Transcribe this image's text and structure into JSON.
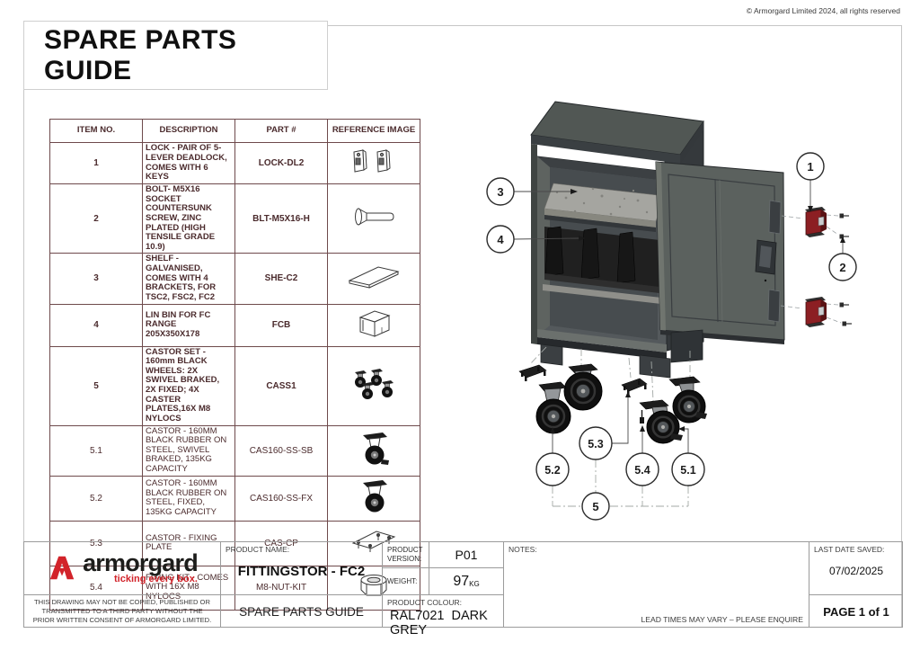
{
  "page": {
    "copyright": "© Armorgard Limited 2024, all rights reserved",
    "title": "SPARE PARTS GUIDE"
  },
  "table": {
    "headers": {
      "item": "ITEM NO.",
      "description": "DESCRIPTION",
      "part": "PART #",
      "ref": "REFERENCE IMAGE"
    },
    "rows": [
      {
        "no": "1",
        "desc": "LOCK - PAIR OF 5-LEVER DEADLOCK, COMES WITH 6 KEYS",
        "part": "LOCK-DL2",
        "icon": "lock-pair-icon"
      },
      {
        "no": "2",
        "desc": "BOLT- M5X16 SOCKET COUNTERSUNK SCREW, ZINC PLATED (HIGH TENSILE GRADE 10.9)",
        "part": "BLT-M5X16-H",
        "icon": "countersunk-bolt-icon"
      },
      {
        "no": "3",
        "desc": "SHELF - GALVANISED, COMES WITH 4 BRACKETS, FOR TSC2, FSC2, FC2",
        "part": "SHE-C2",
        "icon": "shelf-icon"
      },
      {
        "no": "4",
        "desc": "LIN BIN FOR FC RANGE 205X350X178",
        "part": "FCB",
        "icon": "lin-bin-icon"
      },
      {
        "no": "5",
        "desc": "CASTOR SET - 160mm BLACK WHEELS: 2X SWIVEL BRAKED, 2X FIXED; 4X CASTER PLATES,16X M8 NYLOCS",
        "part": "CASS1",
        "icon": "castor-set-icon"
      },
      {
        "no": "5.1",
        "desc": "CASTOR - 160MM BLACK RUBBER ON STEEL, SWIVEL BRAKED, 135KG CAPACITY",
        "part": "CAS160-SS-SB",
        "icon": "swivel-castor-icon"
      },
      {
        "no": "5.2",
        "desc": "CASTOR - 160MM BLACK RUBBER ON STEEL, FIXED, 135KG CAPACITY",
        "part": "CAS160-SS-FX",
        "icon": "fixed-castor-icon"
      },
      {
        "no": "5.3",
        "desc": "CASTOR - FIXING PLATE",
        "part": "CAS-CP",
        "icon": "fixing-plate-icon"
      },
      {
        "no": "5.4",
        "desc": "FIXING KIT - COMES WITH 16X M8 NYLOCS",
        "part": "M8-NUT-KIT",
        "icon": "nyloc-nut-icon"
      }
    ]
  },
  "drawing": {
    "callouts": {
      "c1": "1",
      "c2": "2",
      "c3": "3",
      "c4": "4",
      "c5": "5",
      "c51": "5.1",
      "c52": "5.2",
      "c53": "5.3",
      "c54": "5.4"
    }
  },
  "titleblock": {
    "logo_text": "armorgard",
    "logo_tagline": "ticking every box.",
    "disclaimer": "THIS DRAWING MAY NOT BE COPIED, PUBLISHED OR TRANSMITTED TO A THIRD PARTY WITHOUT THE PRIOR WRITTEN CONSENT OF ARMORGARD LIMITED.",
    "product_name_label": "PRODUCT NAME:",
    "product_name": "FITTINGSTOR - FC2",
    "doc_type": "SPARE PARTS GUIDE",
    "version_label": "PRODUCT VERSION:",
    "version": "P01",
    "weight_label": "WEIGHT:",
    "weight_value": "97",
    "weight_unit": "KG",
    "colour_label": "PRODUCT COLOUR:",
    "colour_code": "RAL7021",
    "colour_name": "DARK GREY",
    "notes_label": "NOTES:",
    "lead_note": "LEAD TIMES MAY VARY – PLEASE ENQUIRE",
    "date_label": "LAST DATE SAVED:",
    "date_value": "07/02/2025",
    "page_label": "PAGE 1 of 1"
  },
  "colors": {
    "brand_red": "#d2232a",
    "table_ink": "#4b2b2d",
    "cabinet_grey": "#5a605d",
    "lock_red": "#8c1f23",
    "sheet_border": "#c6c6c6"
  }
}
